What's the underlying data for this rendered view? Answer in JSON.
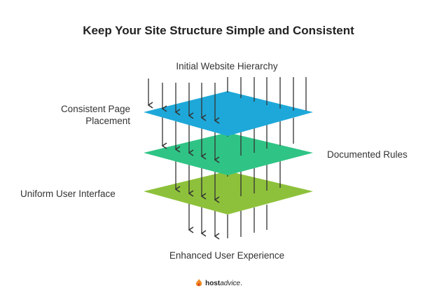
{
  "title": "Keep Your Site Structure Simple and Consistent",
  "labels": {
    "top": "Initial Website Hierarchy",
    "consistent_placement": "Consistent Page Placement",
    "documented_rules": "Documented Rules",
    "uniform_ui": "Uniform User Interface",
    "bottom": "Enhanced User Experience"
  },
  "layers": [
    {
      "name": "Consistent Page Placement",
      "color": "#1ea8d9"
    },
    {
      "name": "Documented Rules",
      "color": "#2fc485"
    },
    {
      "name": "Uniform User Interface",
      "color": "#8ec13b"
    }
  ],
  "logo": {
    "bold": "host",
    "italic": "advice",
    "suffix": "."
  }
}
